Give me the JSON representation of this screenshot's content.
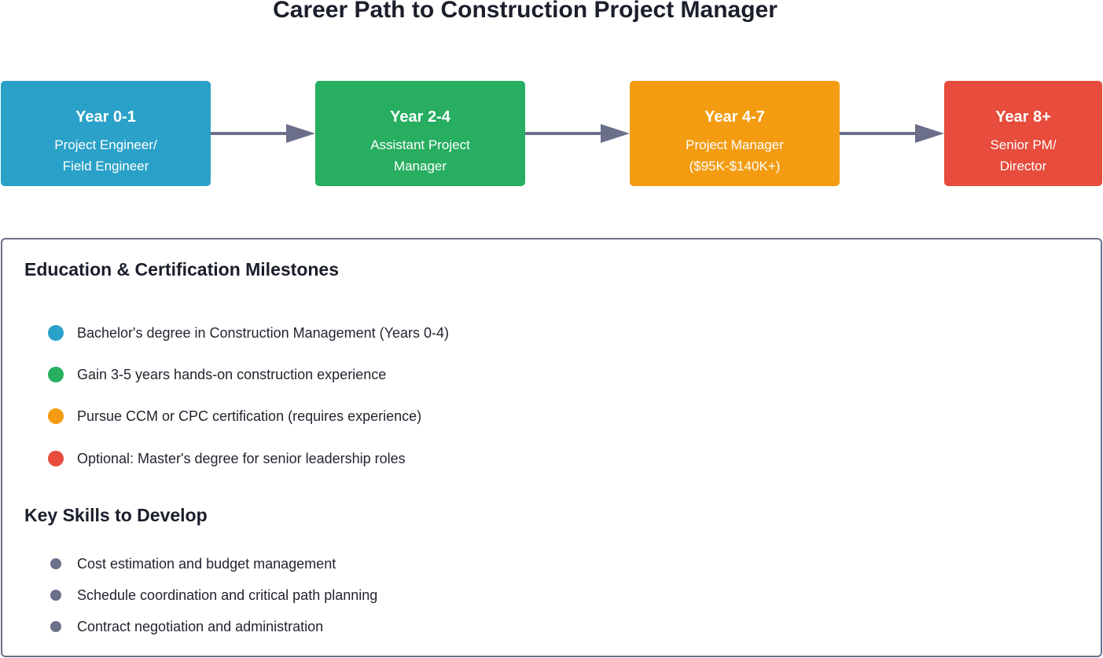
{
  "title": "Career Path to Construction Project Manager",
  "colors": {
    "stage1": "#2aa1c8",
    "stage2": "#27ae60",
    "stage3": "#f39c12",
    "stage4": "#e74c3c",
    "arrow": "#6b6f8a",
    "skill_bullet": "#6b6f8a"
  },
  "stages": [
    {
      "year": "Year 0-1",
      "role_line1": "Project Engineer/",
      "role_line2": "Field Engineer"
    },
    {
      "year": "Year 2-4",
      "role_line1": "Assistant Project",
      "role_line2": "Manager"
    },
    {
      "year": "Year 4-7",
      "role_line1": "Project Manager",
      "role_line2": "($95K-$140K+)"
    },
    {
      "year": "Year 8+",
      "role_line1": "Senior PM/",
      "role_line2": "Director"
    }
  ],
  "education": {
    "heading": "Education & Certification Milestones",
    "items": [
      "Bachelor's degree in Construction Management (Years 0-4)",
      "Gain 3-5 years hands-on construction experience",
      "Pursue CCM or CPC certification (requires experience)",
      "Optional: Master's degree for senior leadership roles"
    ]
  },
  "skills": {
    "heading": "Key Skills to Develop",
    "items": [
      "Cost estimation and budget management",
      "Schedule coordination and critical path planning",
      "Contract negotiation and administration"
    ]
  }
}
